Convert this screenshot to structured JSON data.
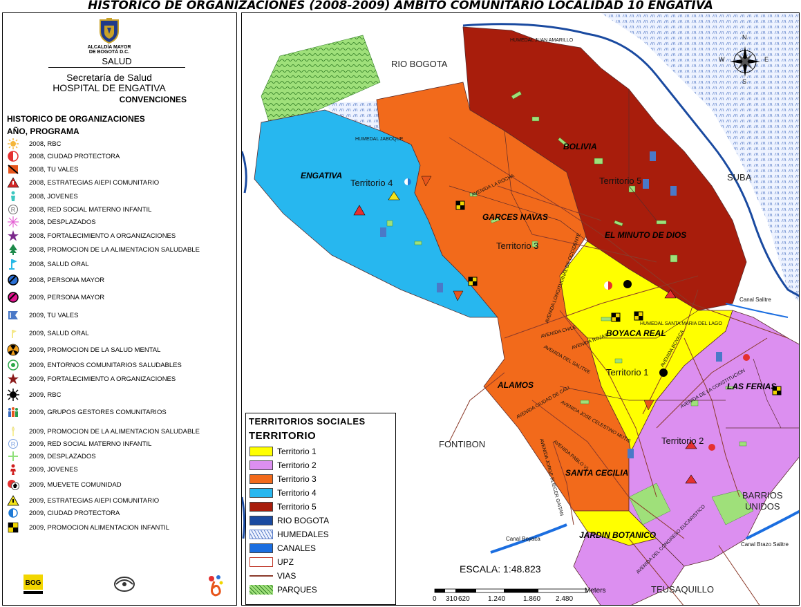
{
  "title": "HISTORICO DE ORGANIZACIONES (2008-2009) AMBITO COMUNITARIO LOCALIDAD 10 ENGATIVA",
  "header": {
    "agency_line1": "ALCALDÍA MAYOR",
    "agency_line2": "DE BOGOTÁ D.C.",
    "salud": "SALUD",
    "secretaria": "Secretaría de Salud",
    "hospital": "HOSPITAL DE ENGATIVA",
    "convenciones": "CONVENCIONES",
    "legend_heading": "HISTORICO DE ORGANIZACIONES",
    "legend_subheading": "AÑO, PROGRAMA"
  },
  "legend_items": [
    {
      "label": "2008, RBC",
      "icon": "sun-icon",
      "color": "#f5b63a"
    },
    {
      "label": "2008, CIUDAD PROTECTORA",
      "icon": "half-circle-red-icon",
      "color": "#e53030"
    },
    {
      "label": "2008, TU VALES",
      "icon": "tu-vales-icon",
      "color": "#e8561c"
    },
    {
      "label": "2008, ESTRATEGIAS AIEPI COMUNITARIO",
      "icon": "warning-red-icon",
      "color": "#d32727"
    },
    {
      "label": "2008, JOVENES",
      "icon": "person-teal-icon",
      "color": "#3cc7c0"
    },
    {
      "label": "2008, RED SOCIAL MATERNO INFANTIL",
      "icon": "registered-icon",
      "color": "#666666"
    },
    {
      "label": "2008, DESPLAZADOS",
      "icon": "sparkle-pink-icon",
      "color": "#e45fd3"
    },
    {
      "label": "2008, FORTALECIMIENTO A ORGANIZACIONES",
      "icon": "star-purple-icon",
      "color": "#7b2a8c"
    },
    {
      "label": "2008, PROMOCION DE LA ALIMENTACION SALUDABLE",
      "icon": "tree-green-icon",
      "color": "#1d8a4a"
    },
    {
      "label": "2008, SALUD ORAL",
      "icon": "flag-cyan-icon",
      "color": "#26b8e6"
    },
    {
      "label": "2008, PERSONA MAYOR",
      "icon": "circle-blue-black-icon",
      "color": "#2a6fd4"
    },
    {
      "label": "2009, PERSONA MAYOR",
      "icon": "circle-magenta-black-icon",
      "color": "#e1158f"
    },
    {
      "label": "2009, TU VALES",
      "icon": "flag-blue-icon",
      "color": "#4a79c8"
    },
    {
      "label": "2009, SALUD ORAL",
      "icon": "flag-yellow-icon",
      "color": "#f5e88a"
    },
    {
      "label": "2009, PROMOCION DE LA SALUD MENTAL",
      "icon": "radiation-icon",
      "color": "#f2a01a"
    },
    {
      "label": "2009, ENTORNOS COMUNITARIOS SALUDABLES",
      "icon": "target-green-icon",
      "color": "#2ea84a"
    },
    {
      "label": "2009, FORTALECIMIENTO A ORGANIZACIONES",
      "icon": "star-darkred-icon",
      "color": "#8b1a1a"
    },
    {
      "label": "2009, RBC",
      "icon": "sunburst-black-icon",
      "color": "#000000"
    },
    {
      "label": "2009, GRUPOS GESTORES COMUNITARIOS",
      "icon": "group-people-icon",
      "color": "#3a6cc0"
    },
    {
      "label": "2009, PROMOCION DE LA ALIMENTACION SALUDABLE",
      "icon": "candle-yellow-icon",
      "color": "#f8ef9a"
    },
    {
      "label": "2009, RED SOCIAL MATERNO INFANTIL",
      "icon": "registered-blue-icon",
      "color": "#7aa0e0"
    },
    {
      "label": "2009, DESPLAZADOS",
      "icon": "sparkle-green-icon",
      "color": "#8fe07a"
    },
    {
      "label": "2009, JOVENES",
      "icon": "person-red-icon",
      "color": "#d02020"
    },
    {
      "label": "2009, MUEVETE COMUNIDAD",
      "icon": "ball-icon",
      "color": "#555555"
    },
    {
      "label": "2009, ESTRATEGIAS AIEPI COMUNITARIO",
      "icon": "warning-yellow-icon",
      "color": "#f2e31a"
    },
    {
      "label": "2009, CIUDAD PROTECTORA",
      "icon": "half-circle-blue-icon",
      "color": "#1f7ad6"
    },
    {
      "label": "2009, PROMOCION ALIMENTACION INFANTIL",
      "icon": "checker-icon",
      "color": "#f2d600"
    }
  ],
  "footer_logos": {
    "bog": "BOG"
  },
  "map": {
    "labels": {
      "rio_bogota": "RIO BOGOTA",
      "suba": "SUBA",
      "fontibon": "FONTIBON",
      "barrios_unidos": "BARRIOS\nUNIDOS",
      "teusaquillo": "TEUSAQUILLO",
      "canal_boyaca": "Canal Boyaca",
      "canal_salitre": "Canal Salitre",
      "canal_brazo_salitre": "Canal Brazo Salitre",
      "humedal_juan_amarillo": "HUMEDAL JUAN AMARILLO",
      "humedal_jaboque": "HUMEDAL JABOQUE",
      "humedal_santa_maria": "HUMEDAL SANTA MARIA DEL LAGO"
    },
    "upz": {
      "bolivia": "BOLIVIA",
      "engativa": "ENGATIVA",
      "garces_navas": "GARCES NAVAS",
      "minuto_de_dios": "EL MINUTO DE DIOS",
      "boyaca_real": "BOYACA REAL",
      "alamos": "ALAMOS",
      "las_ferias": "LAS FERIAS",
      "santa_cecilia": "SANTA CECILIA",
      "jardin_botanico": "JARDIN BOTANICO"
    },
    "territorios": {
      "t1": "Territorio 1",
      "t2": "Territorio 2",
      "t3": "Territorio 3",
      "t4": "Territorio 4",
      "t5": "Territorio 5"
    },
    "roads": {
      "chile": "AVENIDA CHILE",
      "salitre": "AVENIDA DEL SALITRE",
      "constitucion": "AVENIDA DE LA CONSTITUCION",
      "congreso": "AVENIDA DEL CONGRESO EUCARISTICO",
      "jose_celestino": "AVENIDA JOSE CELESTINO MUTIS",
      "ciudad_cali": "AVENIDA CIUDAD DE CALI",
      "longitudinal": "AVENIDA LONGITUDINAL DE OCCIDENTE",
      "pablo_vi": "AVENIDA PABLO VI",
      "jorge_eliecer": "AVENIDA JORGE ELIECER GAITAN",
      "rojas": "AVENIDA ROJAS",
      "gaitan_cortes": "AVENIDA LA ROCHA",
      "baca": "AVENIDA BOYACA"
    },
    "compass": {
      "n": "N",
      "s": "S",
      "e": "E",
      "w": "W"
    },
    "colors": {
      "territorio_1": "#ffff00",
      "territorio_2": "#dc8ff0",
      "territorio_3": "#f26a1b",
      "territorio_4": "#27b7ef",
      "territorio_5": "#a81d0c",
      "parques": "#9fe07a",
      "rio": "#1560c8"
    }
  },
  "map_legend": {
    "title1": "TERRITORIOS SOCIALES",
    "title2": "TERRITORIO",
    "items": [
      {
        "label": "Territorio 1",
        "color": "#ffff00"
      },
      {
        "label": "Territorio 2",
        "color": "#dc8ff0"
      },
      {
        "label": "Territorio 3",
        "color": "#f26a1b"
      },
      {
        "label": "Territorio 4",
        "color": "#27b7ef"
      },
      {
        "label": "Territorio 5",
        "color": "#a81d0c"
      },
      {
        "label": "RIO BOGOTA",
        "color": "#1a4aa0"
      },
      {
        "label": "HUMEDALES",
        "color": "#c8d8f5"
      },
      {
        "label": "CANALES",
        "color": "#1b6ee0"
      },
      {
        "label": "UPZ",
        "color": "#ffffff"
      },
      {
        "label": "VIAS",
        "color": "#8b3a2a"
      },
      {
        "label": "PARQUES",
        "color": "#9fe07a"
      }
    ]
  },
  "scale": {
    "label": "ESCALA: 1:48.823",
    "units": "Meters",
    "ticks": [
      "0",
      "310",
      "620",
      "1.240",
      "1.860",
      "2.480"
    ]
  }
}
